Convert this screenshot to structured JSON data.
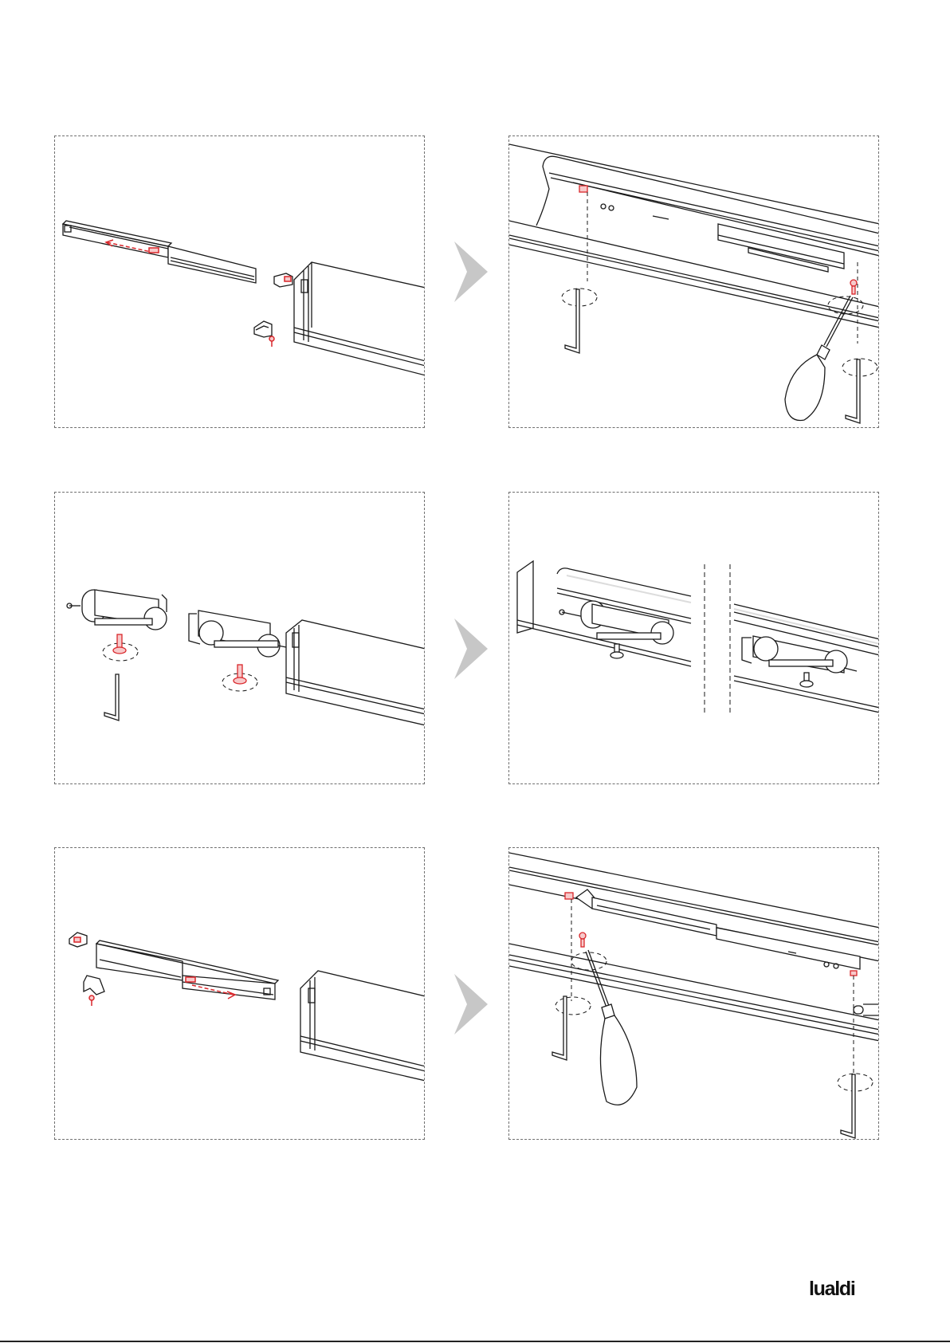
{
  "brand": {
    "logo_text": "lualdi"
  },
  "steps": [
    {
      "id": 1,
      "action": "slide-end-cap-and-fix-bracket-screw"
    },
    {
      "id": 2,
      "action": "tighten-screws-with-allen-key-and-screwdriver"
    },
    {
      "id": 3,
      "action": "assemble-trolleys-with-adjuster-bolts"
    },
    {
      "id": 4,
      "action": "insert-trolleys-into-track"
    },
    {
      "id": 5,
      "action": "slide-end-cap-opposite-side"
    },
    {
      "id": 6,
      "action": "tighten-screws-opposite-side"
    }
  ],
  "colors": {
    "line": "#1a1a1a",
    "accent": "#d9262a",
    "arrow": "#c7c7c7",
    "frame": "#6f6f6f"
  },
  "icons": [
    "allen-key-icon",
    "screwdriver-icon",
    "screw-icon",
    "rotation-arrow-icon",
    "chevron-right-icon"
  ]
}
